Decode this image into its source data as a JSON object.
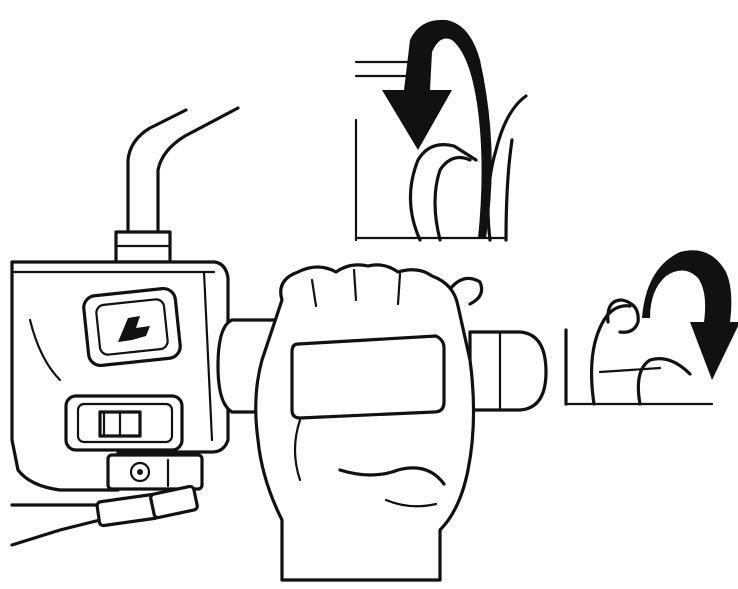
{
  "figure": {
    "main_view": "handlebar-grip-with-gloved-hand-and-control-box",
    "inset_top": "throttle-twist-closeup-forward",
    "inset_right": "throttle-twist-closeup-clockwise",
    "arrow_color": "#111111",
    "line_color": "#111111",
    "background": "#ffffff"
  }
}
